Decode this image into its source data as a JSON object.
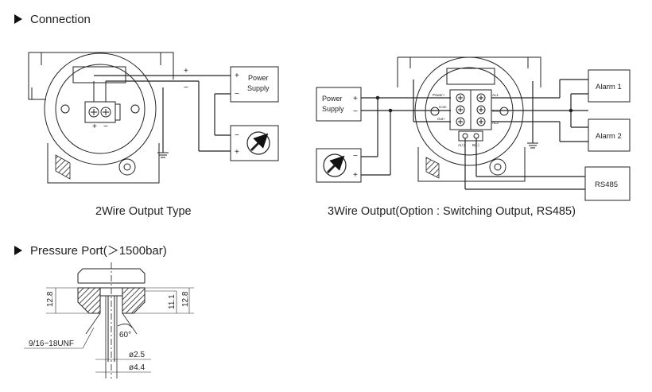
{
  "sections": {
    "connection": "Connection",
    "pressure_port": "Pressure Port(＞1500bar)"
  },
  "two_wire": {
    "caption": "2Wire Output Type",
    "plus": "+",
    "minus": "−",
    "terminal_plus": "+",
    "terminal_minus": "−",
    "power_supply": [
      "Power",
      "Supply"
    ],
    "meter_minus": "−",
    "meter_plus": "+"
  },
  "three_wire": {
    "caption": "3Wire Output(Option : Switching Output, RS485)",
    "power_supply": [
      "Power",
      "Supply"
    ],
    "ps_plus": "+",
    "ps_minus": "−",
    "meter_minus": "−",
    "meter_plus": "+",
    "terminals_left": [
      "Power+",
      "Com",
      "Out+"
    ],
    "terminals_right": [
      "AL1",
      "Com",
      "AL2"
    ],
    "bottom_terminals": [
      "A(+)",
      "B(−)"
    ],
    "alarm1": "Alarm 1",
    "alarm2": "Alarm 2",
    "rs485": "RS485"
  },
  "pressure_port": {
    "dim_left": "12.8",
    "dim_right_inner": "11.1",
    "dim_right_outer": "12.8",
    "angle": "60°",
    "thread": "9/16−18UNF",
    "d1": "ø2.5",
    "d2": "ø4.4"
  }
}
